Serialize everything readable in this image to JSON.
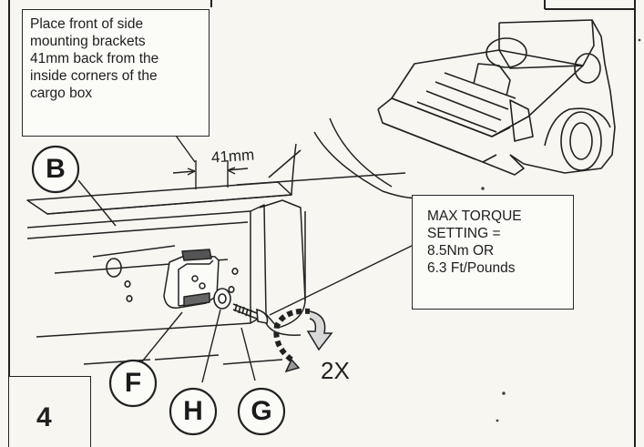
{
  "instruction_note": {
    "lines": [
      "Place front of side",
      "mounting brackets",
      "41mm back from the",
      "inside corners of the",
      "cargo box"
    ]
  },
  "dimension_label": "41mm",
  "torque_note": {
    "lines": [
      "MAX TORQUE",
      "SETTING =",
      "8.5Nm OR",
      "6.3 Ft/Pounds"
    ]
  },
  "quantity_label": "2X",
  "step_number": "4",
  "part_labels": {
    "b": "B",
    "f": "F",
    "h": "H",
    "g": "G"
  },
  "colors": {
    "paper": "#f7f6f1",
    "ink": "#222222"
  }
}
